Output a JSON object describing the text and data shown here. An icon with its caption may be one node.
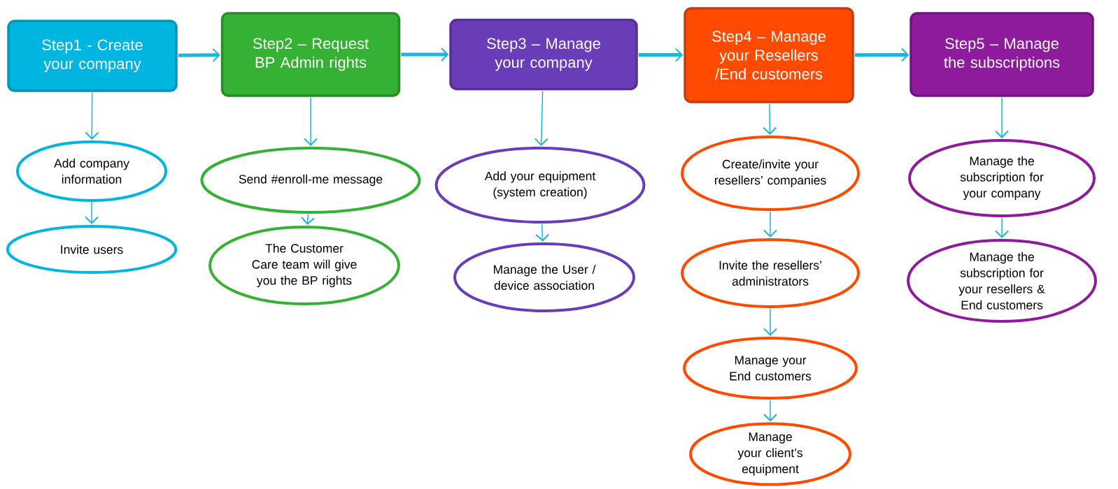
{
  "diagram": {
    "nodes": [
      {
        "text": [
          "Step1 - Create your company"
        ]
      },
      {
        "text": [
          "Step2 – Request BP Admin rights"
        ]
      },
      {
        "text": [
          "Step3 – Manage your company"
        ]
      },
      {
        "text": [
          "Step4 – Manage your Resellers /End customers"
        ]
      },
      {
        "text": [
          "Step5 – Manage the subscriptions"
        ]
      },
      {
        "text": [
          "Add company information"
        ]
      },
      {
        "text": [
          "Invite users"
        ]
      },
      {
        "text": [
          "Send #enroll-me message"
        ]
      },
      {
        "text": [
          "The Customer Care team will give you the BP rights"
        ]
      },
      {
        "text": [
          "Add your equipment (system creation)"
        ]
      },
      {
        "text": [
          "Manage the User / device association"
        ]
      },
      {
        "text": [
          "Create/invite your resellers’ companies"
        ]
      },
      {
        "text": [
          "Invite the resellers’ administrators"
        ]
      },
      {
        "text": [
          "Manage your End customers"
        ]
      },
      {
        "text": [
          "Manage your client’s equipment"
        ]
      },
      {
        "text": [
          "Manage the subscription for your company"
        ]
      },
      {
        "text": [
          "Manage the subscription for your resellers & End customers"
        ]
      }
    ],
    "edges": [
      {
        "from": 0,
        "to": 1,
        "arrow": "to",
        "style": "thick"
      },
      {
        "from": 1,
        "to": 2,
        "arrow": "to",
        "style": "thick"
      },
      {
        "from": 2,
        "to": 3,
        "arrow": "to",
        "style": "thick"
      },
      {
        "from": 3,
        "to": 4,
        "arrow": "to",
        "style": "thick"
      },
      {
        "from": 0,
        "to": 5,
        "arrow": "to"
      },
      {
        "from": 5,
        "to": 6,
        "arrow": "to"
      },
      {
        "from": 1,
        "to": 7,
        "arrow": "to"
      },
      {
        "from": 7,
        "to": 8,
        "arrow": "to"
      },
      {
        "from": 2,
        "to": 9,
        "arrow": "to"
      },
      {
        "from": 9,
        "to": 10,
        "arrow": "to"
      },
      {
        "from": 3,
        "to": 11,
        "arrow": "to"
      },
      {
        "from": 11,
        "to": 12,
        "arrow": "to"
      },
      {
        "from": 12,
        "to": 13,
        "arrow": "to"
      },
      {
        "from": 13,
        "to": 14,
        "arrow": "to"
      },
      {
        "from": 4,
        "to": 15,
        "arrow": "to"
      },
      {
        "from": 15,
        "to": 16,
        "arrow": "to"
      }
    ]
  }
}
